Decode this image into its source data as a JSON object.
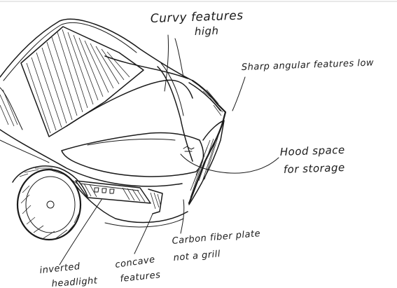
{
  "annotations": {
    "curvy_line1": "Curvy features",
    "curvy_line2": "high",
    "sharp": "Sharp angular features low",
    "hood_line1": "Hood space",
    "hood_line2": "for storage",
    "carbon_line1": "Carbon fiber plate",
    "carbon_line2": "not a grill",
    "concave_line1": "concave",
    "concave_line2": "features",
    "headlight_line1": "inverted",
    "headlight_line2": "headlight"
  },
  "colors": {
    "ink": "#1a1a1a",
    "paper": "#ffffff"
  }
}
